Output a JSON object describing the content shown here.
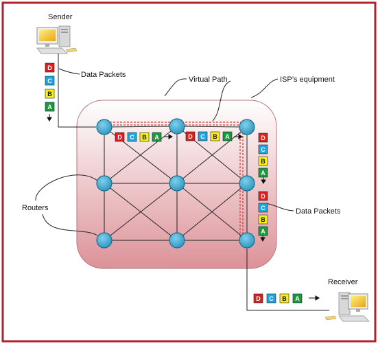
{
  "labels": {
    "sender": "Sender",
    "receiver": "Receiver",
    "data_packets_top": "Data Packets",
    "data_packets_right": "Data Packets",
    "virtual_path": "Virtual Path",
    "isp_equipment": "ISP’s equipment",
    "routers": "Routers"
  },
  "packets": [
    {
      "letter": "D",
      "color": "#d9201f",
      "text_color": "#ffffff"
    },
    {
      "letter": "C",
      "color": "#1ea5e0",
      "text_color": "#ffffff"
    },
    {
      "letter": "B",
      "color": "#f5ee1a",
      "text_color": "#111111"
    },
    {
      "letter": "A",
      "color": "#1a9a3e",
      "text_color": "#ffffff"
    }
  ],
  "colors": {
    "frame": "#b3222a",
    "router_fill": "#35a9cf",
    "router_stroke": "#1c6f8c",
    "cloud_top": "#ffffff",
    "cloud_bottom": "#dc9298",
    "cloud_stroke": "#b8707a",
    "virtual_path": "#e03030"
  },
  "icons": {
    "sender_computer": "desktop-computer-icon",
    "receiver_computer": "desktop-computer-icon",
    "router": "router-node-icon"
  }
}
